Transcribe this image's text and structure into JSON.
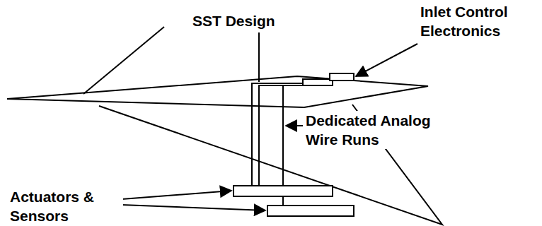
{
  "diagram": {
    "labels": [
      "SST Design",
      "Inlet Control Electronics",
      "Dedicated Analog Wire Runs",
      "Actuators & Sensors"
    ]
  }
}
